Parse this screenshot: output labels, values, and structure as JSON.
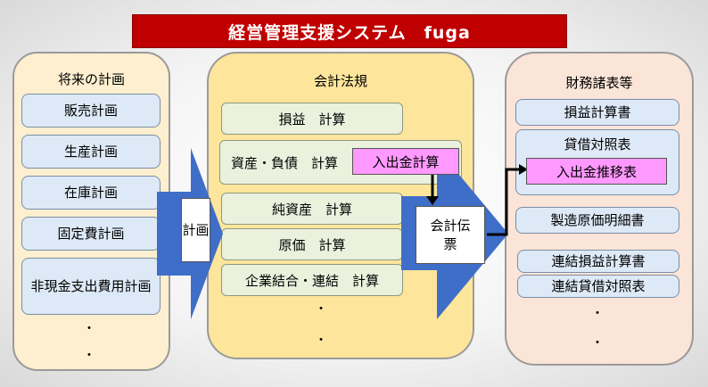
{
  "title": "経営管理支援システム　fuga",
  "left": {
    "heading": "将来の計画",
    "items": [
      "販売計画",
      "生産計画",
      "在庫計画",
      "固定費計画",
      "非現金支出費用計画"
    ],
    "dots": [
      "・",
      "・"
    ]
  },
  "plan_arrow_label": "計画",
  "middle": {
    "heading": "会計法規",
    "items": [
      "損益　計算",
      "資産・負債　計算",
      "純資産　計算",
      "原価　計算",
      "企業結合・連結　計算"
    ],
    "highlight": "入出金計算",
    "dots": [
      "・",
      "・"
    ]
  },
  "voucher_label": "会計伝票",
  "right": {
    "heading": "財務諸表等",
    "items": [
      "損益計算書",
      "貸借対照表",
      "製造原価明細書",
      "連結損益計算書",
      "連結貸借対照表"
    ],
    "highlight": "入出金推移表",
    "dots": [
      "・",
      "・"
    ]
  },
  "colors": {
    "title_bg": "#c00000",
    "arrow_blue": "#3f6ec8",
    "highlight_pink": "#ff99ff",
    "left_bg": "#fdefcf",
    "mid_bg": "#fde59b",
    "right_bg": "#fbe4d8"
  }
}
